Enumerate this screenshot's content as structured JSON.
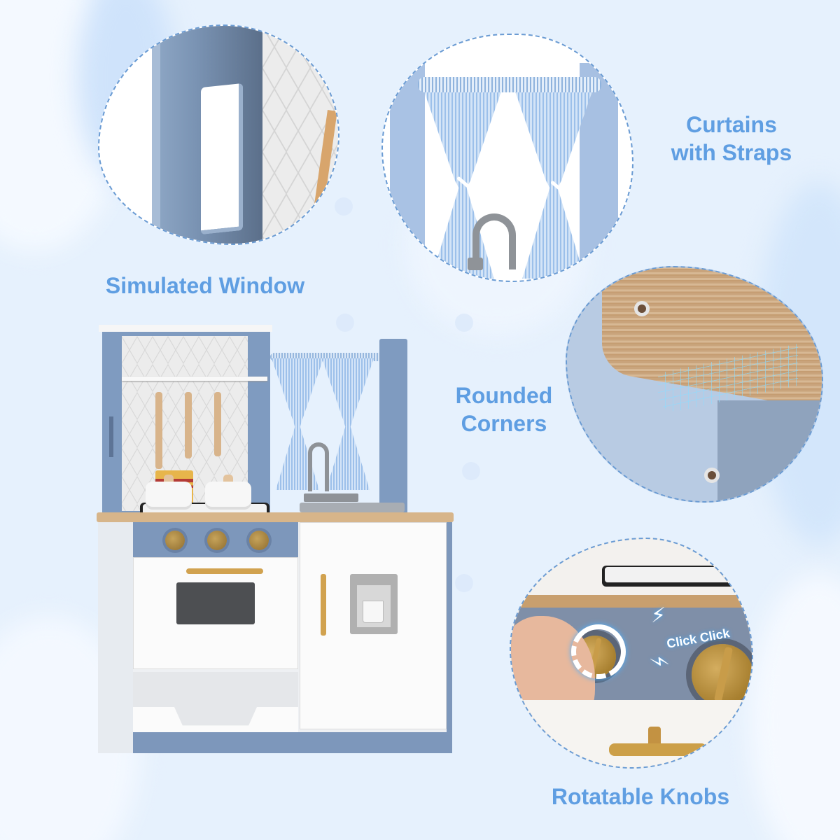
{
  "infographic": {
    "subject": "Wooden play kitchen",
    "theme_colors": {
      "background": "#e6f1fd",
      "label_text": "#5f9ee2",
      "bubble_border": "#6a9bd3",
      "cabinet_blue": "#7d97bb",
      "gold_hardware": "#d1a24f",
      "wood_top": "#d7b58a"
    },
    "features": [
      {
        "id": "simulated-window",
        "label": "Simulated Window"
      },
      {
        "id": "curtains",
        "label_line1": "Curtains",
        "label_line2": "with Straps"
      },
      {
        "id": "rounded-corners",
        "label_line1": "Rounded",
        "label_line2": "Corners"
      },
      {
        "id": "rotatable-knobs",
        "label": "Rotatable Knobs",
        "callout": "Click Click"
      }
    ]
  }
}
